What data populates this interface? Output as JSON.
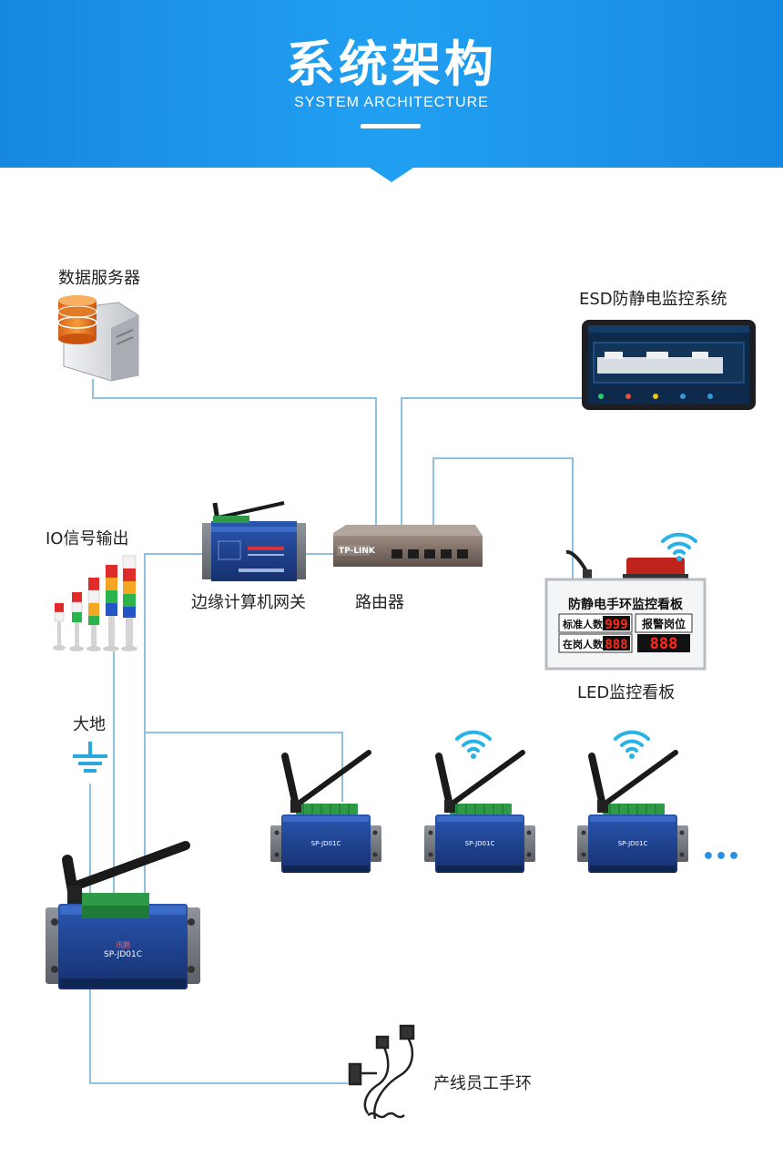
{
  "header": {
    "title": "系统架构",
    "subtitle": "SYSTEM ARCHITECTURE"
  },
  "nodes": {
    "data_server": "数据服务器",
    "esd_system": "ESD防静电监控系统",
    "io_output": "IO信号输出",
    "edge_gateway": "边缘计算机网关",
    "router": "路由器",
    "led_board": "LED监控看板",
    "ground": "大地",
    "wristband": "产线员工手环"
  },
  "led_panel": {
    "title": "防静电手环监控看板",
    "standard_count_label": "标准人数",
    "standard_count_value": "999",
    "on_duty_label": "在岗人数",
    "on_duty_value": "888",
    "alarm_label": "报警岗位",
    "alarm_value": "888"
  },
  "devices": {
    "model": "SP-JD01C",
    "brand": "讯鹏",
    "router_brand": "TP-LINK",
    "ellipsis": "•••"
  },
  "colors": {
    "banner": "#1a8fe6",
    "line": "#8fc0df",
    "device_blue": "#1f3f8f",
    "led_red": "#ff2a1a"
  }
}
